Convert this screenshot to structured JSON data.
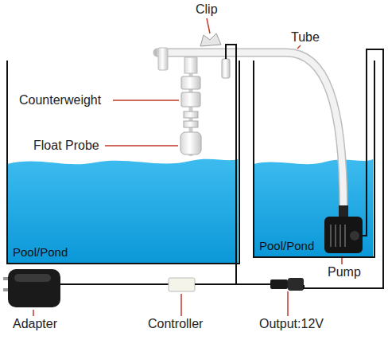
{
  "diagram": {
    "nodes": [
      {
        "text": [
          "Pool/Pond"
        ]
      },
      {
        "text": [
          "Pool/Pond"
        ]
      }
    ],
    "labels": [
      "Clip",
      "Counterweight",
      "Float Probe",
      "Tube",
      "Pump",
      "Adapter",
      "Controller",
      "Output:12V"
    ]
  }
}
